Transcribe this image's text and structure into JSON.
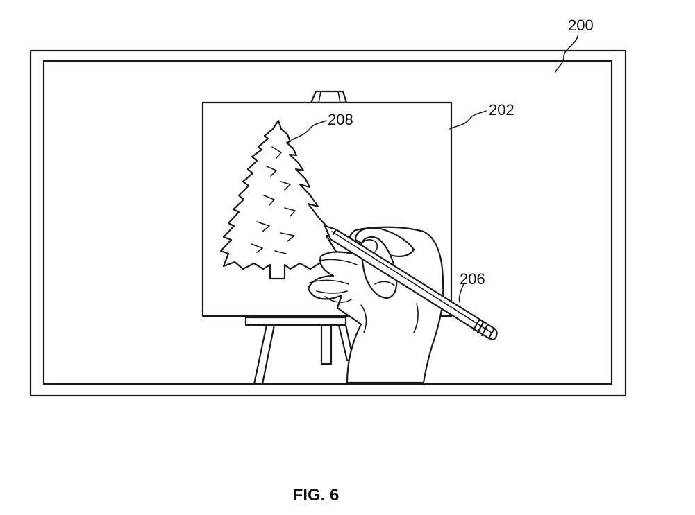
{
  "figure": {
    "caption": "FIG. 6",
    "labels": {
      "display": "200",
      "canvas": "202",
      "stylus": "206",
      "drawing": "208"
    }
  },
  "colors": {
    "line": "#1a1a1a",
    "background": "#ffffff"
  }
}
